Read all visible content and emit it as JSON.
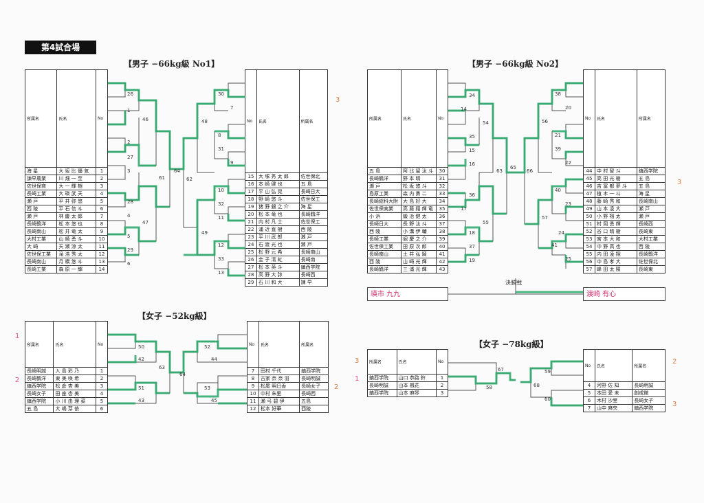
{
  "venue": "第4試合場",
  "headers": {
    "team": "所属名",
    "name": "氏名",
    "no": "No"
  },
  "sections": {
    "m66_1": {
      "title": "【男子 −66kg級 No1】"
    },
    "m66_2": {
      "title": "【男子 −66kg級 No2】"
    },
    "w52": {
      "title": "【女子 −52kg級】"
    },
    "w78": {
      "title": "【女子 −78kg級】"
    }
  },
  "final": {
    "label": "決勝戦",
    "left": "瑛市 九九",
    "right": "渡崎 有心"
  },
  "w78_left": [
    {
      "team": "鎮西学院",
      "name": "山口 恭路 鈴",
      "no": "1"
    },
    {
      "team": "長崎明誠",
      "name": "山本 楓花",
      "no": "2"
    },
    {
      "team": "鎮西学院",
      "name": "山本 麻琴",
      "no": "3"
    }
  ],
  "w78_right": [
    {
      "no": "4",
      "name": "河野 佐 知",
      "team": "長崎明誠"
    },
    {
      "no": "5",
      "name": "本田 愛 未",
      "team": "創成館"
    },
    {
      "no": "6",
      "name": "木村 沙里",
      "team": "長崎女子"
    },
    {
      "no": "7",
      "name": "山中 麻央",
      "team": "鎮西学院"
    }
  ],
  "w52_right": [
    {
      "no": "7",
      "name": "田村 千代",
      "team": "鎮西学院"
    },
    {
      "no": "8",
      "name": "古家 奈 奈 羽",
      "team": "長崎明誠"
    },
    {
      "no": "9",
      "name": "松尾 明日香",
      "team": "長崎女子"
    },
    {
      "no": "10",
      "name": "中村 朱里",
      "team": "長崎西"
    },
    {
      "no": "11",
      "name": "瀬 弓 碧 伊",
      "team": "五島"
    },
    {
      "no": "12",
      "name": "松本 好華",
      "team": "西陵"
    }
  ],
  "w52_left": [
    {
      "team": "長崎明誠",
      "name": "入 島 彩 乃",
      "no": "1"
    },
    {
      "team": "長崎鶴洋",
      "name": "東 美 咲 希",
      "no": "2"
    },
    {
      "team": "鎮西学院",
      "name": "松 倉 杏 美",
      "no": "3"
    },
    {
      "team": "長崎女子",
      "name": "田 座 杏 美",
      "no": "4"
    },
    {
      "team": "鎮西学院",
      "name": "小 川 由 理 菜",
      "no": "5"
    },
    {
      "team": "五 島",
      "name": "大 嶋 芽 依",
      "no": "6"
    }
  ],
  "m66_1_left": [
    {
      "team": "海 星",
      "name": "大 坂 比 優 気",
      "no": "1"
    },
    {
      "team": "諫早農業",
      "name": "川 畑 一 至",
      "no": "2"
    },
    {
      "team": "佐世保商",
      "name": "大 一 輝 樹",
      "no": "3"
    },
    {
      "team": "長崎工業",
      "name": "大 瑛 武 天",
      "no": "4"
    },
    {
      "team": "瀬 戸",
      "name": "平 井 弥 悠",
      "no": "5"
    },
    {
      "team": "西 陵",
      "name": "平 石 信 斗",
      "no": "6"
    },
    {
      "team": "瀬 戸",
      "name": "林 慶 太 郎",
      "no": "7"
    },
    {
      "team": "長崎鶴洋",
      "name": "松 本 悠 也",
      "no": "8"
    },
    {
      "team": "長崎南山",
      "name": "松 井 竜 太",
      "no": "9"
    },
    {
      "team": "大村工業",
      "name": "山 崎 勇 斗",
      "no": "10"
    },
    {
      "team": "大 崎",
      "name": "天 瀬 涼 太",
      "no": "11"
    },
    {
      "team": "佐世保工業",
      "name": "滝 浩 秀 太",
      "no": "12"
    },
    {
      "team": "長崎南山",
      "name": "月 橋 悠 斗",
      "no": "13"
    },
    {
      "team": "長崎工業",
      "name": "森 原 一 輝",
      "no": "14"
    }
  ],
  "m66_1_right": [
    {
      "no": "15",
      "name": "大 塚 秀 太 郎",
      "team": "佐世保北"
    },
    {
      "no": "16",
      "name": "本 崎 健 也",
      "team": "五 島"
    },
    {
      "no": "17",
      "name": "平 山 弘 晃",
      "team": "長崎日大"
    },
    {
      "no": "18",
      "name": "野 崎 悠 斗",
      "team": "佐世保工"
    },
    {
      "no": "19",
      "name": "猪 野 銀 之 介",
      "team": "海 星"
    },
    {
      "no": "20",
      "name": "松 本 竜 也",
      "team": "長崎鶴洋"
    },
    {
      "no": "21",
      "name": "内 村 凡 士",
      "team": "佐世保工"
    },
    {
      "no": "22",
      "name": "浦 近 直 樹",
      "team": "西 陵"
    },
    {
      "no": "23",
      "name": "平 川 武 郎",
      "team": "瀬 戸"
    },
    {
      "no": "24",
      "name": "石 渡 光 也",
      "team": "瀬 戸"
    },
    {
      "no": "25",
      "name": "松 野 元 希",
      "team": "長崎南山"
    },
    {
      "no": "26",
      "name": "金 子 清 虹",
      "team": "長崎南"
    },
    {
      "no": "27",
      "name": "松 本 英 斗",
      "team": "鎮西学院"
    },
    {
      "no": "28",
      "name": "高 野 大 弥",
      "team": "長崎西"
    },
    {
      "no": "29",
      "name": "石 川 和 大",
      "team": "諫 早"
    }
  ],
  "m66_2_left": [
    {
      "team": "五 島",
      "name": "阿 比 留 汰 斗",
      "no": "30"
    },
    {
      "team": "長崎鶴洋",
      "name": "野 本 晴",
      "no": "31"
    },
    {
      "team": "瀬 戸",
      "name": "松 坂 悠 斗",
      "no": "32"
    },
    {
      "team": "島原工業",
      "name": "森 内 勇 二",
      "no": "33"
    },
    {
      "team": "長崎総科大附",
      "name": "大 島 好 大",
      "no": "34"
    },
    {
      "team": "佐世保実業",
      "name": "高 藤 翔 輝 竜",
      "no": "35"
    },
    {
      "team": "小 浜",
      "name": "鍛 冶 健 太",
      "no": "36"
    },
    {
      "team": "長崎日大",
      "name": "長 野 汰 斗",
      "no": "37"
    },
    {
      "team": "西 陵",
      "name": "小 溝 伊 輔",
      "no": "38"
    },
    {
      "team": "長崎工業",
      "name": "堀 慶 之 介",
      "no": "39"
    },
    {
      "team": "佐世保工業",
      "name": "田 原 次 郎",
      "no": "40"
    },
    {
      "team": "長崎南山",
      "name": "土 井 弘 騎",
      "no": "41"
    },
    {
      "team": "西 陵",
      "name": "山 崎 光 輝",
      "no": "42"
    },
    {
      "team": "長崎鶴洋",
      "name": "三 浦 光 輝",
      "no": "43"
    }
  ],
  "m66_2_right": [
    {
      "no": "44",
      "name": "中 村 智 斗",
      "team": "鎮西学院"
    },
    {
      "no": "45",
      "name": "高 田 光 樹",
      "team": "五 島"
    },
    {
      "no": "46",
      "name": "吉 冨 都 夢 斗",
      "team": "五 島"
    },
    {
      "no": "47",
      "name": "植 木 一 斗",
      "team": "海 星"
    },
    {
      "no": "48",
      "name": "藤 崎 秀 和",
      "team": "長崎南山"
    },
    {
      "no": "49",
      "name": "山 本 凌 大",
      "team": "瀬 戸"
    },
    {
      "no": "50",
      "name": "小 野 翔 太",
      "team": "瀬 戸"
    },
    {
      "no": "51",
      "name": "村 岡 勇 輝",
      "team": "長崎西"
    },
    {
      "no": "52",
      "name": "谷 口 晴 樹",
      "team": "長崎東"
    },
    {
      "no": "53",
      "name": "宮 本 大 和",
      "team": "大村工業"
    },
    {
      "no": "54",
      "name": "中 野 高 也",
      "team": "西 陵"
    },
    {
      "no": "55",
      "name": "内 田 凌 翔",
      "team": "長崎鶴洋"
    },
    {
      "no": "56",
      "name": "中 島 孝 大",
      "team": "佐世保北"
    },
    {
      "no": "57",
      "name": "峰 田 太 陽",
      "team": "長崎東"
    }
  ],
  "marks": {
    "w52_1": "1",
    "w52_2": "2",
    "m1_3": "3",
    "m2_3": "3",
    "w52_r2": "2",
    "w78_1": "1",
    "w78_3": "3",
    "w78_r2": "2",
    "w78_r3": "3",
    "m1_r2": "3"
  }
}
